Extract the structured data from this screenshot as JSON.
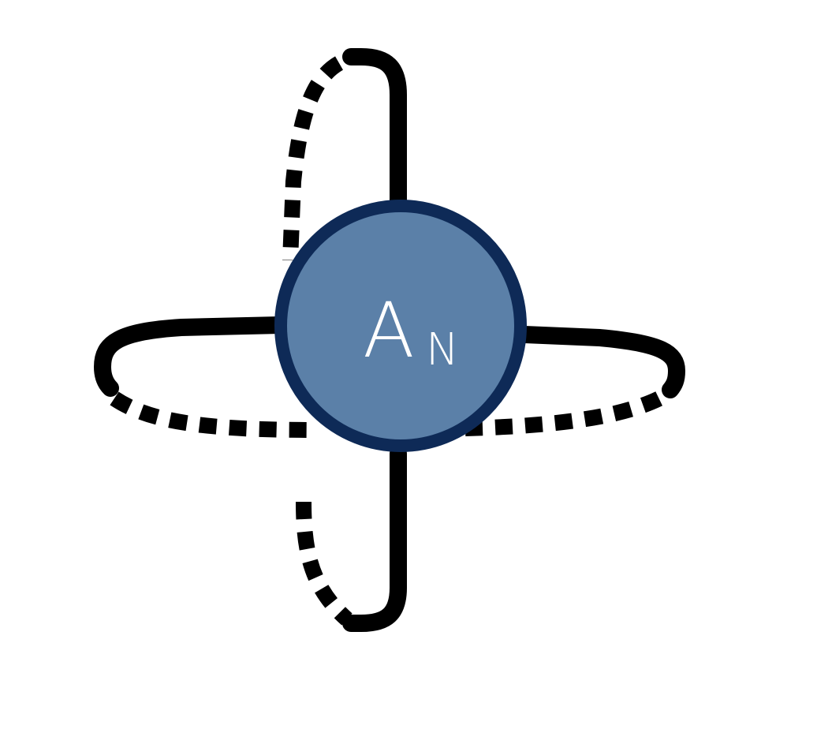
{
  "diagram": {
    "node": {
      "label_main": "A",
      "label_sub": "N",
      "fill_color": "#5b80a8",
      "stroke_color": "#0e2a57"
    },
    "loops": {
      "solid_color": "#000000",
      "dashed_color": "#000000",
      "count": 2,
      "style": "one solid half and one dashed half per loop"
    }
  }
}
